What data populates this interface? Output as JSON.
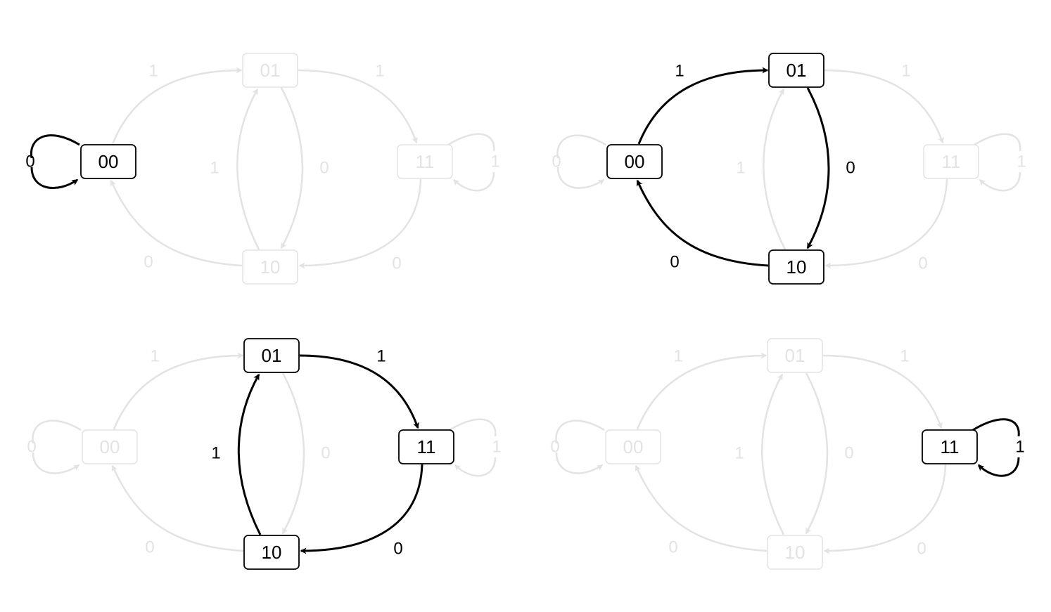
{
  "colors": {
    "active": "#000000",
    "inactive": "#e3e3e3",
    "background": "#ffffff"
  },
  "states": [
    {
      "id": "s00",
      "label": "00"
    },
    {
      "id": "s01",
      "label": "01"
    },
    {
      "id": "s10",
      "label": "10"
    },
    {
      "id": "s11",
      "label": "11"
    }
  ],
  "transitions": [
    {
      "id": "t00_00",
      "from": "00",
      "to": "00",
      "label": "0"
    },
    {
      "id": "t00_01",
      "from": "00",
      "to": "01",
      "label": "1"
    },
    {
      "id": "t01_11",
      "from": "01",
      "to": "11",
      "label": "1"
    },
    {
      "id": "t01_10",
      "from": "01",
      "to": "10",
      "label": "0"
    },
    {
      "id": "t10_01",
      "from": "10",
      "to": "01",
      "label": "1"
    },
    {
      "id": "t10_00",
      "from": "10",
      "to": "00",
      "label": "0"
    },
    {
      "id": "t11_10",
      "from": "11",
      "to": "10",
      "label": "0"
    },
    {
      "id": "t11_11",
      "from": "11",
      "to": "11",
      "label": "1"
    }
  ],
  "panels": [
    {
      "id": "panel-00",
      "active_states": [
        "00"
      ],
      "active_transitions": [
        "t00_00"
      ]
    },
    {
      "id": "panel-01",
      "active_states": [
        "00",
        "01",
        "10"
      ],
      "active_transitions": [
        "t00_01",
        "t01_10",
        "t10_00"
      ]
    },
    {
      "id": "panel-10",
      "active_states": [
        "01",
        "10",
        "11"
      ],
      "active_transitions": [
        "t01_11",
        "t10_01",
        "t11_10"
      ]
    },
    {
      "id": "panel-11",
      "active_states": [
        "11"
      ],
      "active_transitions": [
        "t11_11"
      ]
    }
  ]
}
